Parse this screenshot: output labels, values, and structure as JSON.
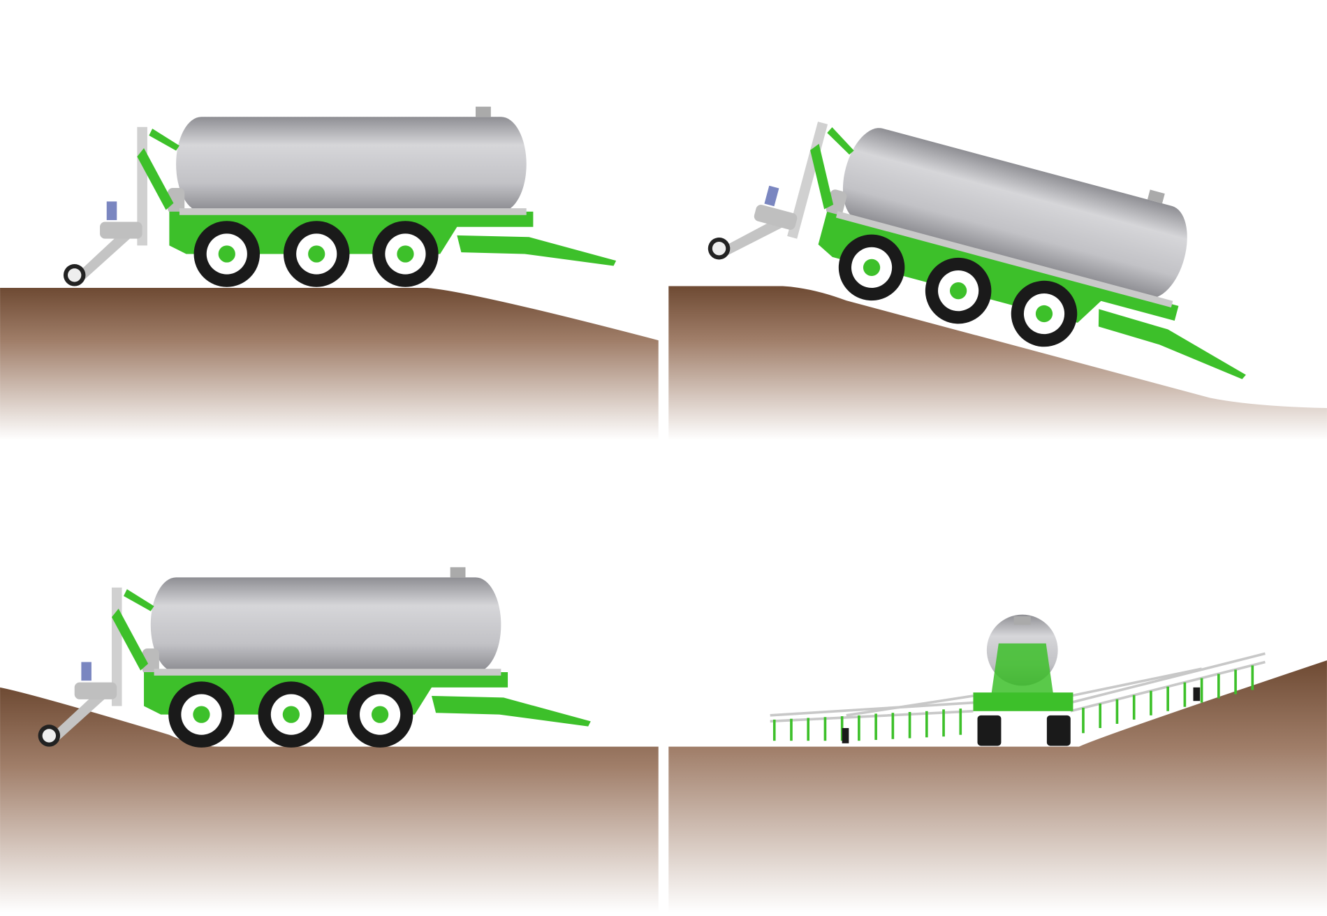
{
  "colors": {
    "machine_green": "#3dc02a",
    "tank_gray": "#b8b8bc",
    "soil_brown": "#6e4a33",
    "tyre_black": "#1a1a1a",
    "background": "#ffffff"
  },
  "panels": [
    {
      "id": "tanker-hill-crest",
      "icon": "slurry-tanker-icon"
    },
    {
      "id": "tanker-downhill-slope",
      "icon": "slurry-tanker-icon"
    },
    {
      "id": "tanker-valley",
      "icon": "slurry-tanker-icon"
    },
    {
      "id": "boom-spreader-rear-view",
      "icon": "boom-spreader-icon"
    }
  ]
}
